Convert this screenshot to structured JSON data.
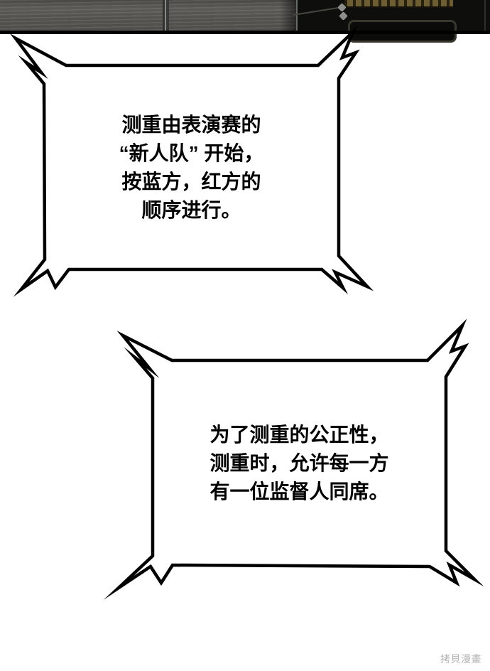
{
  "colors": {
    "page_background": "#ffffff",
    "panel_dark": "#0e0e0c",
    "panel_metal_gray": "#5b5955",
    "panel_seam_highlight": "#848a86",
    "amp_panel_tan": "#6d5d33",
    "bubble_fill": "#ffffff",
    "bubble_stroke": "#000000",
    "dialog_text_color": "#000000",
    "watermark_color": "#b3b3b3"
  },
  "bubbles": [
    {
      "id": "bubble-1",
      "lines": {
        "0": "测重由表演赛的",
        "1": "“新人队” 开始，",
        "2": "按蓝方，红方的",
        "3": "顺序进行。"
      }
    },
    {
      "id": "bubble-2",
      "lines": {
        "0": "为了测重的公正性，",
        "1": "测重时，允许每一方",
        "2": "有一位监督人同席。"
      }
    }
  ],
  "watermark": {
    "text": "拷貝漫畫"
  }
}
